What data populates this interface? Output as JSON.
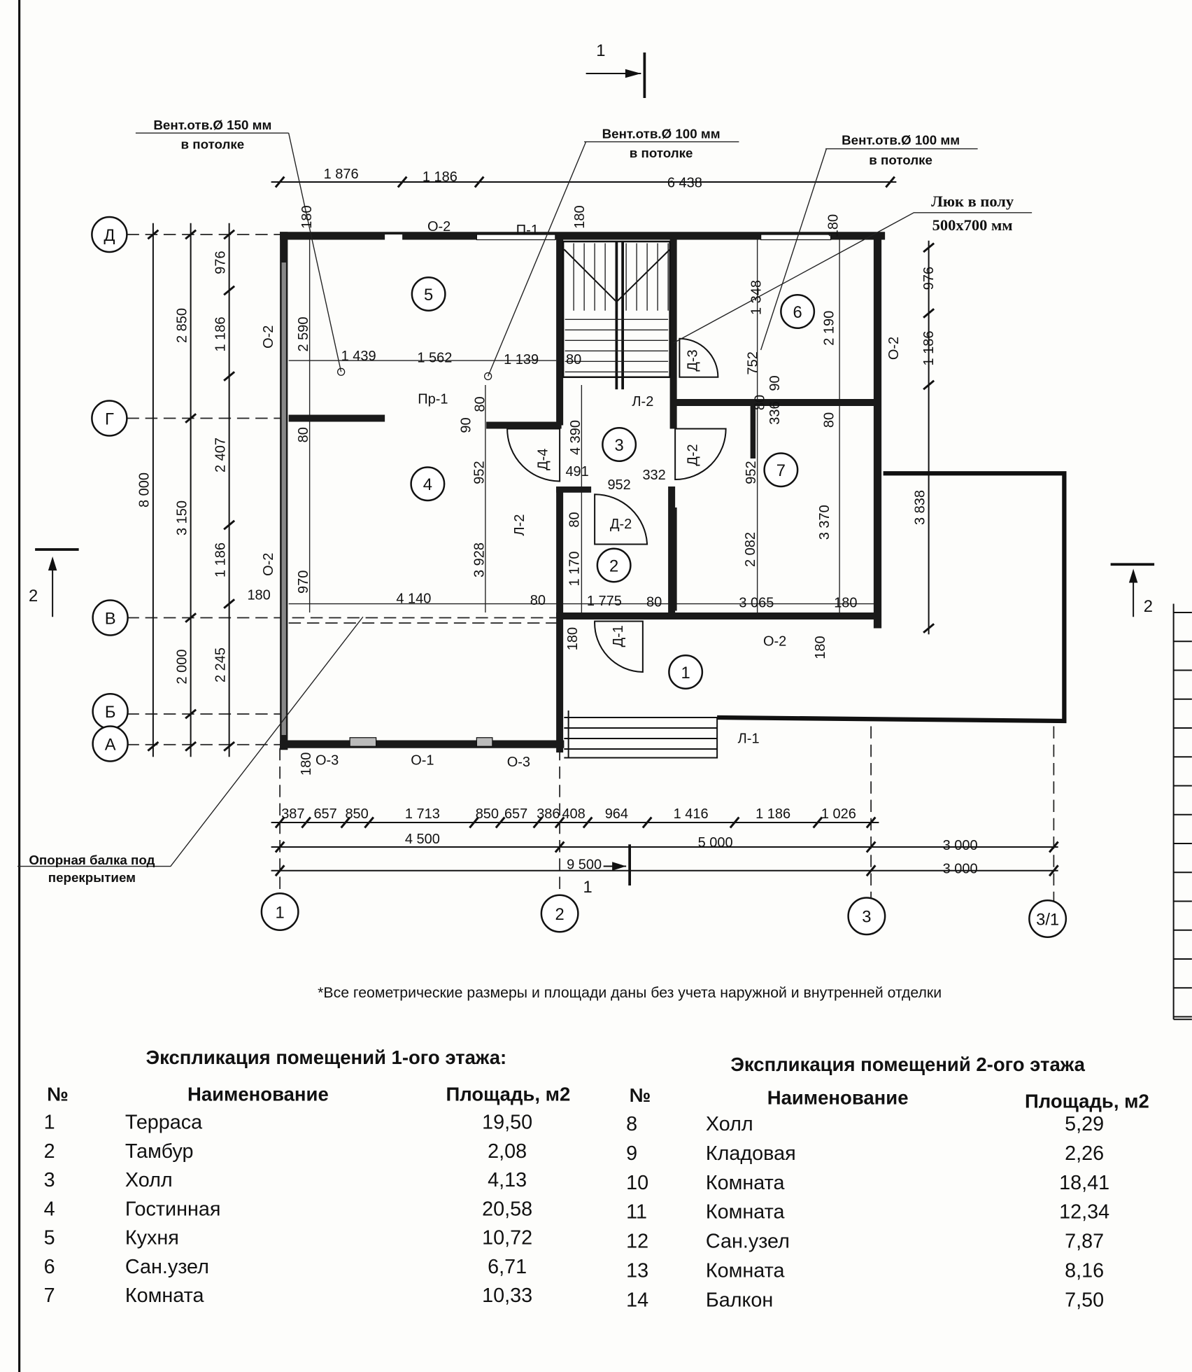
{
  "annotations": {
    "vent1_title": "Вент.отв.Ø 150 мм",
    "vent1_sub": "в потолке",
    "vent2_title": "Вент.отв.Ø 100 мм",
    "vent2_sub": "в потолке",
    "vent3_title": "Вент.отв.Ø 100 мм",
    "vent3_sub": "в потолке",
    "hatch_title": "Люк в полу",
    "hatch_size": "500х700 мм",
    "beam_line1": "Опорная балка под",
    "beam_line2": "перекрытием"
  },
  "axes": {
    "rows": [
      "Д",
      "Г",
      "В",
      "Б",
      "А"
    ],
    "cols": [
      "1",
      "2",
      "3",
      "3/1"
    ]
  },
  "sections": {
    "s1_top": "1",
    "s1_bottom": "1",
    "s2_left": "2",
    "s2_right": "2"
  },
  "dims": {
    "top": [
      "1 876",
      "1 186",
      "6 438"
    ],
    "left_outer": "8 000",
    "left_mid": [
      "2 850",
      "3 150",
      "2 000"
    ],
    "left_inner": [
      "976",
      "1 186",
      "2 407",
      "1 186",
      "2 245"
    ],
    "right": [
      "976",
      "1 186",
      "3 838"
    ],
    "bottom_row1": [
      "387",
      "657",
      "850",
      "1 713",
      "850",
      "657",
      "386",
      "408",
      "964",
      "1 416",
      "1 186",
      "1 026"
    ],
    "bottom_row2": [
      "4 500",
      "5 000",
      "3 000"
    ],
    "bottom_row3": [
      "9 500",
      "3 000"
    ]
  },
  "rooms": [
    "1",
    "2",
    "3",
    "4",
    "5",
    "6",
    "7"
  ],
  "plan_labels": [
    "О-2",
    "П-1",
    "180",
    "180",
    "180",
    "О-2",
    "2 590",
    "1 439",
    "1 562",
    "1 139",
    "80",
    "Пр-1",
    "80",
    "80",
    "90",
    "952",
    "Л-2",
    "4 390",
    "Д-4",
    "491",
    "952",
    "332",
    "Д-2",
    "Д-3",
    "1 348",
    "752",
    "90",
    "80",
    "336",
    "2 190",
    "О-2",
    "80",
    "952",
    "2 082",
    "3 370",
    "Д-2",
    "80",
    "Л-2",
    "3 928",
    "1 170",
    "970",
    "О-2",
    "180",
    "4 140",
    "80",
    "1 775",
    "80",
    "3 065",
    "180",
    "Д-1",
    "О-2",
    "180",
    "180",
    "Л-1",
    "180",
    "О-3",
    "О-1",
    "О-3"
  ],
  "note": "*Все геометрические размеры и площади даны без учета наружной и внутренней отделки",
  "floor1": {
    "title": "Экспликация помещений 1-ого этажа:",
    "headers": [
      "№",
      "Наименование",
      "Площадь, м2"
    ],
    "rows": [
      [
        "1",
        "Терраса",
        "19,50"
      ],
      [
        "2",
        "Тамбур",
        "2,08"
      ],
      [
        "3",
        "Холл",
        "4,13"
      ],
      [
        "4",
        "Гостинная",
        "20,58"
      ],
      [
        "5",
        "Кухня",
        "10,72"
      ],
      [
        "6",
        "Сан.узел",
        "6,71"
      ],
      [
        "7",
        "Комната",
        "10,33"
      ]
    ]
  },
  "floor2": {
    "title": "Экспликация помещений 2-ого этажа",
    "headers": [
      "№",
      "Наименование",
      "Площадь, м2"
    ],
    "rows": [
      [
        "8",
        "Холл",
        "5,29"
      ],
      [
        "9",
        "Кладовая",
        "2,26"
      ],
      [
        "10",
        "Комната",
        "18,41"
      ],
      [
        "11",
        "Комната",
        "12,34"
      ],
      [
        "12",
        "Сан.узел",
        "7,87"
      ],
      [
        "13",
        "Комната",
        "8,16"
      ],
      [
        "14",
        "Балкон",
        "7,50"
      ]
    ]
  }
}
